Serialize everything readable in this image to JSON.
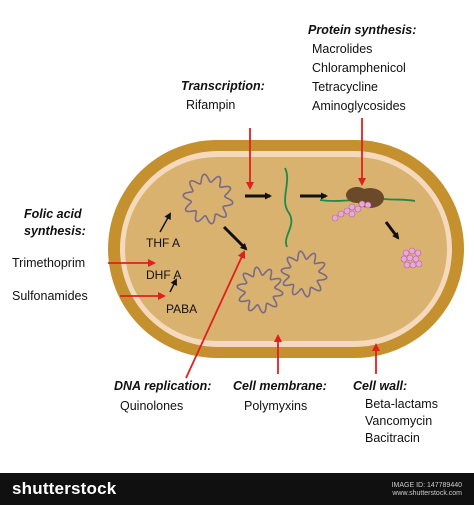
{
  "colors": {
    "wall": "#c5912e",
    "membrane": "#f4d9bd",
    "cytoplasm": "#d8b26e",
    "arrow_red": "#e02020",
    "dna_outline": "#7a6a88",
    "ribosome": "#6b4a2a",
    "mrna": "#1e8a4a",
    "protein_beads": "#e9a6d6",
    "footer_bg": "#101010"
  },
  "labels": {
    "protein_synthesis": {
      "heading": "Protein synthesis:",
      "drugs": [
        "Macrolides",
        "Chloramphenicol",
        "Tetracycline",
        "Aminoglycosides"
      ]
    },
    "transcription": {
      "heading": "Transcription:",
      "drugs": [
        "Rifampin"
      ]
    },
    "folic_acid": {
      "heading_line1": "Folic acid",
      "heading_line2": "synthesis:",
      "drugs": [
        "Trimethoprim",
        "Sulfonamides"
      ]
    },
    "dna_replication": {
      "heading": "DNA replication:",
      "drugs": [
        "Quinolones"
      ]
    },
    "cell_membrane": {
      "heading": "Cell membrane:",
      "drugs": [
        "Polymyxins"
      ]
    },
    "cell_wall": {
      "heading": "Cell wall:",
      "drugs": [
        "Beta-lactams",
        "Vancomycin",
        "Bacitracin"
      ]
    }
  },
  "pathway": {
    "thf": "THF A",
    "dhf": "DHF A",
    "paba": "PABA"
  },
  "footer": {
    "brand": "shutterstock",
    "image_id_label": "IMAGE ID: 147789440",
    "site": "www.shutterstock.com"
  }
}
